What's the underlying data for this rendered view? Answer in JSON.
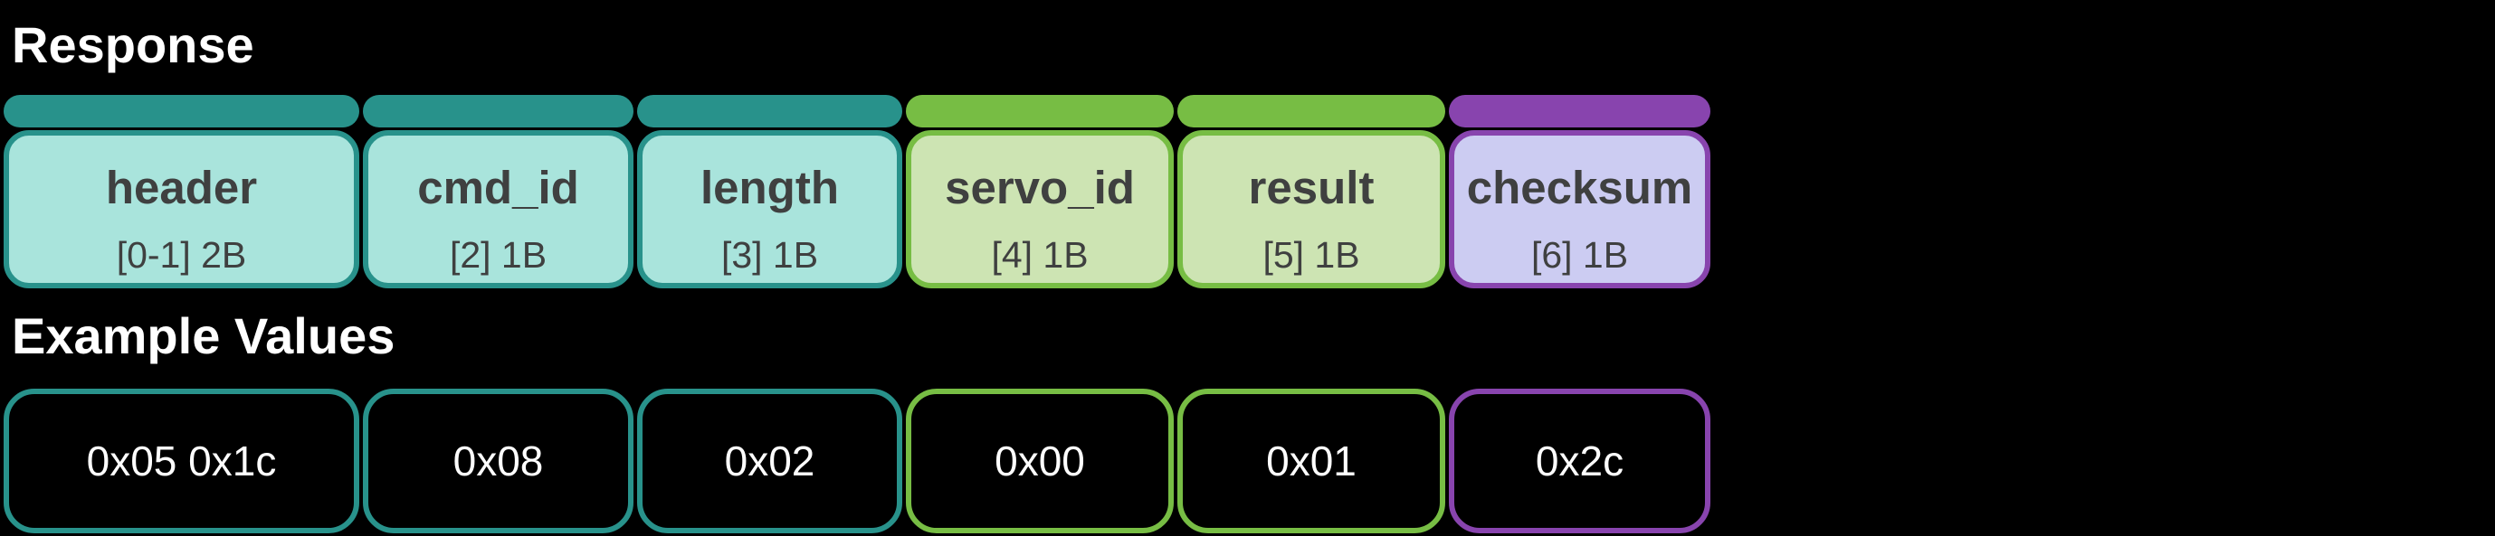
{
  "titles": {
    "response": "Response",
    "example_values": "Example Values"
  },
  "colors": {
    "teal_dark": "#28928B",
    "teal_light": "#A9E4DC",
    "green_dark": "#77BD44",
    "green_light": "#CDE4B3",
    "purple_dark": "#8844AE",
    "purple_light": "#CCCCF2",
    "label_text": "#3F4040",
    "title_text": "#FFFFFF",
    "value_text": "#FFFFFF",
    "background": "#000000"
  },
  "packet": {
    "fields": [
      {
        "name": "header",
        "byte_range": "[0-1] 2B",
        "example": "0x05 0x1c",
        "group": "teal"
      },
      {
        "name": "cmd_id",
        "byte_range": "[2] 1B",
        "example": "0x08",
        "group": "teal"
      },
      {
        "name": "length",
        "byte_range": "[3] 1B",
        "example": "0x02",
        "group": "teal"
      },
      {
        "name": "servo_id",
        "byte_range": "[4] 1B",
        "example": "0x00",
        "group": "green"
      },
      {
        "name": "result",
        "byte_range": "[5] 1B",
        "example": "0x01",
        "group": "green"
      },
      {
        "name": "checksum",
        "byte_range": "[6] 1B",
        "example": "0x2c",
        "group": "purple"
      }
    ]
  }
}
